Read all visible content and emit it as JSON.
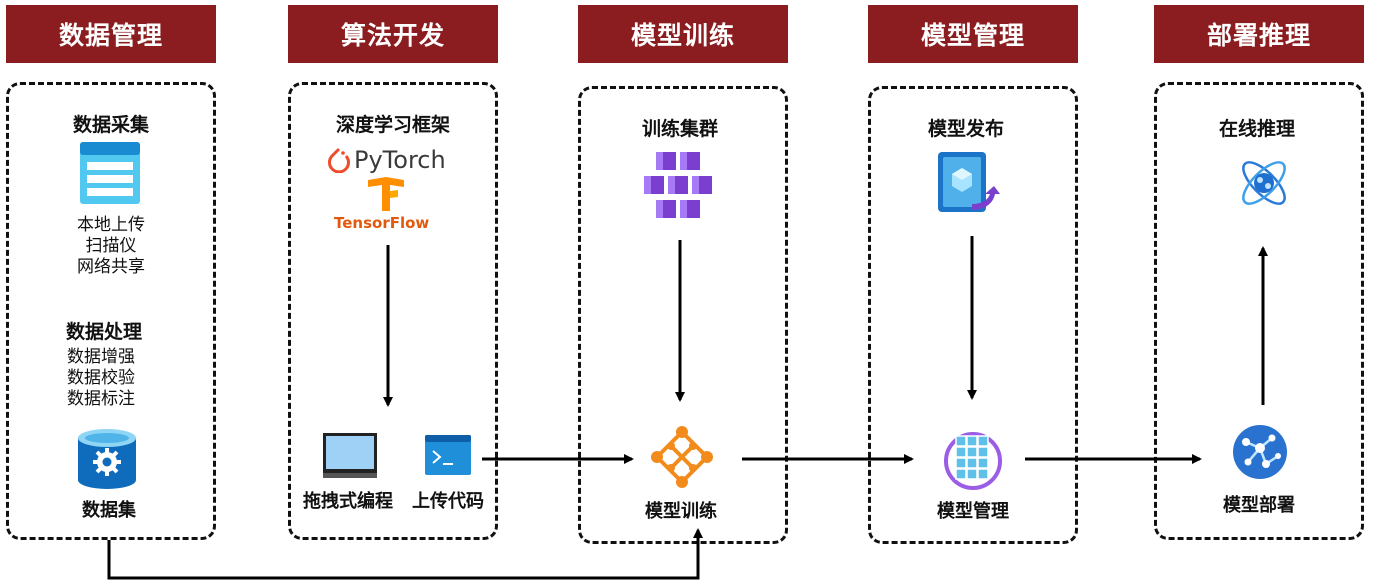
{
  "headers": [
    "数据管理",
    "算法开发",
    "模型训练",
    "模型管理",
    "部署推理"
  ],
  "data_mgmt": {
    "collect_title": "数据采集",
    "collect_items": [
      "本地上传",
      "扫描仪",
      "网络共享"
    ],
    "process_title": "数据处理",
    "process_items": [
      "数据增强",
      "数据校验",
      "数据标注"
    ],
    "dataset_label": "数据集"
  },
  "algo_dev": {
    "framework_title": "深度学习框架",
    "pytorch_label": "PyTorch",
    "tensorflow_label": "TensorFlow",
    "dragdrop_label": "拖拽式编程",
    "upload_label": "上传代码"
  },
  "training": {
    "cluster_title": "训练集群",
    "train_label": "模型训练"
  },
  "model_mgmt": {
    "publish_title": "模型发布",
    "manage_label": "模型管理"
  },
  "deploy": {
    "online_title": "在线推理",
    "deploy_label": "模型部署"
  },
  "colors": {
    "header_bg": "#8b1c1f",
    "pytorch": "#ee4c2c",
    "tensorflow": "#ff8f00",
    "azure_blue": "#0078d4",
    "purple": "#7b3fd0",
    "orange": "#f38b1c"
  }
}
